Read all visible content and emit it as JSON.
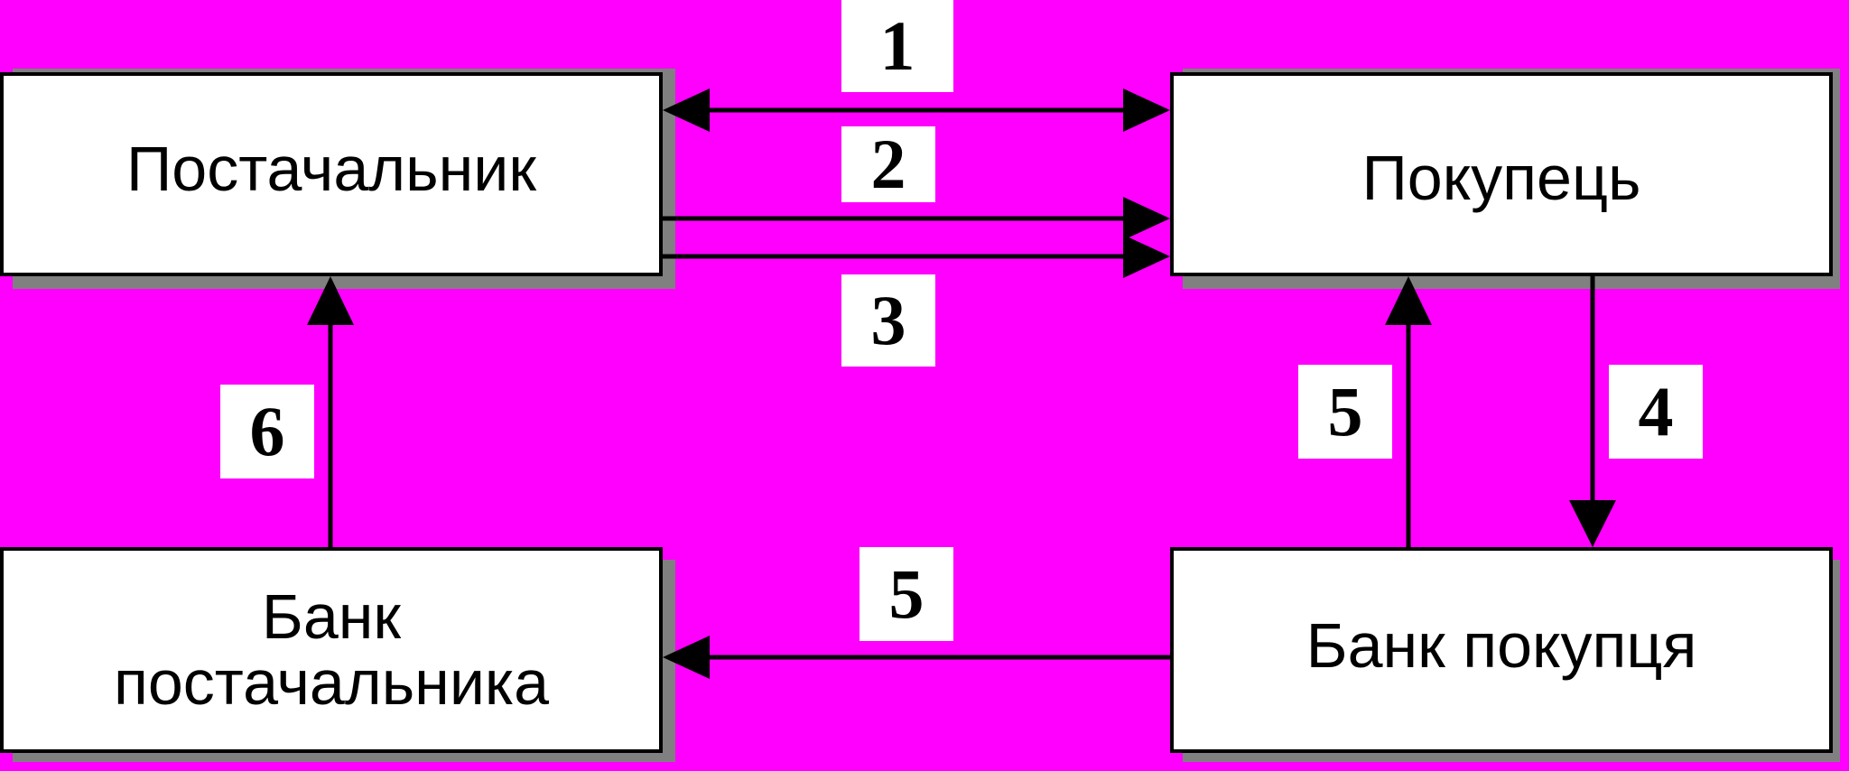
{
  "colors": {
    "background": "#ff00ff",
    "box_fill": "#ffffff",
    "box_border": "#000000",
    "shadow": "#808080",
    "arrow": "#000000"
  },
  "nodes": {
    "supplier": {
      "label": "Постачальник"
    },
    "buyer": {
      "label": "Покупець"
    },
    "supplier_bank": {
      "line1": "Банк",
      "line2": "постачальника"
    },
    "buyer_bank": {
      "label": "Банк покупця"
    }
  },
  "labels": {
    "step1": "1",
    "step2": "2",
    "step3": "3",
    "step4": "4",
    "step5_right": "5",
    "step5_bottom": "5",
    "step6": "6"
  }
}
